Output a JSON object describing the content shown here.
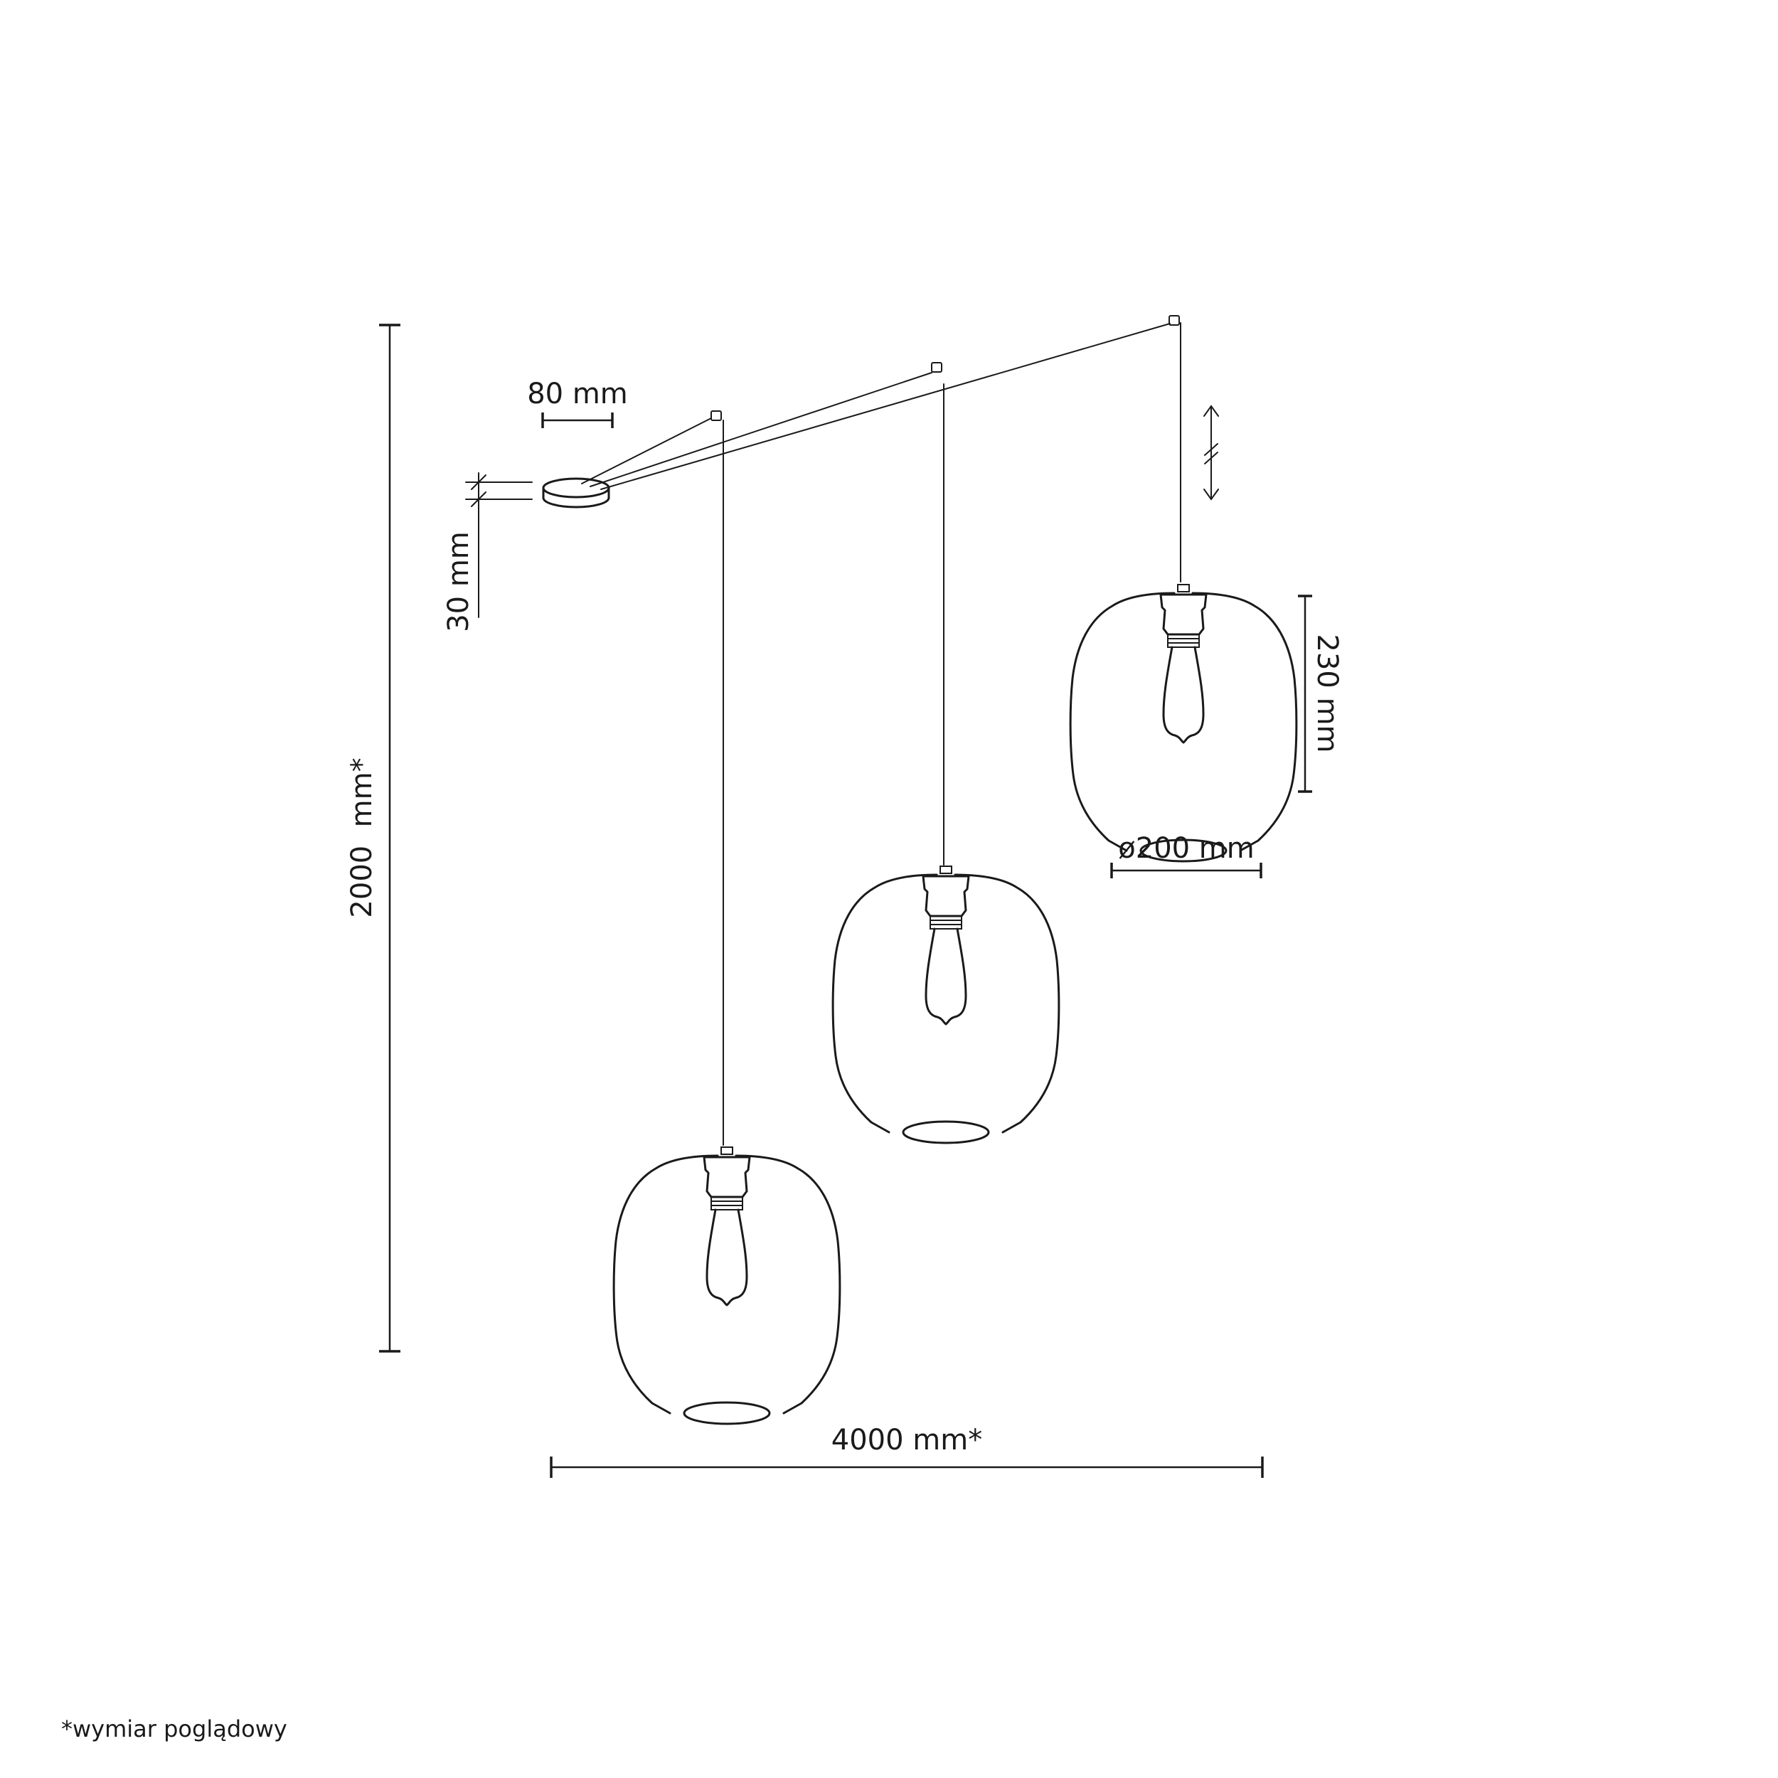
{
  "dimensions": {
    "total_height": "2000  mm*",
    "total_width": "4000 mm*",
    "canopy_diameter": "80 mm",
    "canopy_height": "30 mm",
    "shade_height": "230 mm",
    "shade_diameter": "ø200 mm"
  },
  "footnote": "*wymiar poglądowy"
}
